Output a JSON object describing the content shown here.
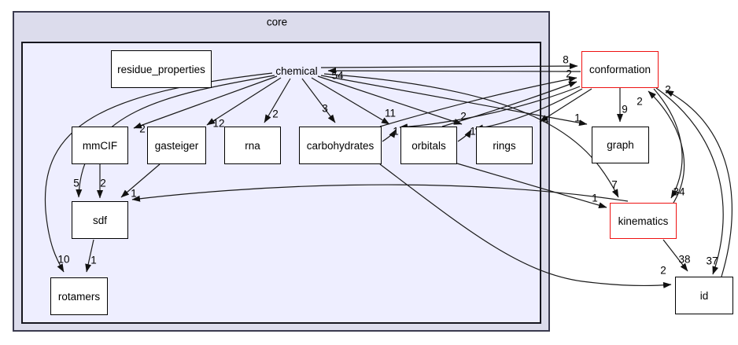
{
  "diagram": {
    "type": "directory-dependency-graph",
    "outer_cluster": {
      "label": "core"
    },
    "focus_directory": "chemical",
    "colors": {
      "outer_cluster_fill": "#dcdcec",
      "inner_cluster_fill": "#eeeeff",
      "node_fill": "#ffffff",
      "node_border": "#000000",
      "highlight_border": "#ee1111",
      "edge": "#1a1a1a"
    },
    "nodes": [
      {
        "id": "chemical",
        "label": "chemical",
        "style": "focus"
      },
      {
        "id": "residue_properties",
        "label": "residue_properties",
        "style": "normal"
      },
      {
        "id": "mmCIF",
        "label": "mmCIF",
        "style": "normal"
      },
      {
        "id": "gasteiger",
        "label": "gasteiger",
        "style": "normal"
      },
      {
        "id": "rna",
        "label": "rna",
        "style": "normal"
      },
      {
        "id": "carbohydrates",
        "label": "carbohydrates",
        "style": "normal"
      },
      {
        "id": "orbitals",
        "label": "orbitals",
        "style": "normal"
      },
      {
        "id": "rings",
        "label": "rings",
        "style": "normal"
      },
      {
        "id": "sdf",
        "label": "sdf",
        "style": "normal"
      },
      {
        "id": "rotamers",
        "label": "rotamers",
        "style": "normal"
      },
      {
        "id": "conformation",
        "label": "conformation",
        "style": "red"
      },
      {
        "id": "graph",
        "label": "graph",
        "style": "normal"
      },
      {
        "id": "kinematics",
        "label": "kinematics",
        "style": "red"
      },
      {
        "id": "id",
        "label": "id",
        "style": "normal"
      }
    ],
    "edges": [
      {
        "from": "chemical",
        "to": "mmCIF",
        "count": 2
      },
      {
        "from": "chemical",
        "to": "gasteiger",
        "count": 12
      },
      {
        "from": "chemical",
        "to": "rna",
        "count": 2
      },
      {
        "from": "chemical",
        "to": "carbohydrates",
        "count": 3
      },
      {
        "from": "chemical",
        "to": "orbitals",
        "count": 11
      },
      {
        "from": "carbohydrates",
        "to": "orbitals",
        "count": 1
      },
      {
        "from": "chemical",
        "to": "rings",
        "count": 2
      },
      {
        "from": "orbitals",
        "to": "rings",
        "count": 1
      },
      {
        "from": "conformation",
        "to": "rings",
        "count": 4
      },
      {
        "from": "chemical",
        "to": "conformation",
        "count": 8
      },
      {
        "from": "carbohydrates",
        "to": "conformation",
        "count": 2
      },
      {
        "from": "conformation",
        "to": "chemical",
        "count": 54
      },
      {
        "from": "conformation",
        "to": "graph",
        "count": 9
      },
      {
        "from": "chemical",
        "to": "graph",
        "count": 1
      },
      {
        "from": "kinematics",
        "to": "conformation",
        "count": 2
      },
      {
        "from": "id",
        "to": "conformation",
        "count": 2
      },
      {
        "from": "chemical",
        "to": "kinematics",
        "count": 7
      },
      {
        "from": "conformation",
        "to": "kinematics",
        "count": 34
      },
      {
        "from": "orbitals",
        "to": "kinematics",
        "count": 1
      },
      {
        "from": "chemical",
        "to": "sdf",
        "count": 5
      },
      {
        "from": "mmCIF",
        "to": "sdf",
        "count": 2
      },
      {
        "from": "gasteiger",
        "to": "sdf",
        "count": 1
      },
      {
        "from": "chemical",
        "to": "rotamers",
        "count": 10
      },
      {
        "from": "sdf",
        "to": "rotamers",
        "count": 1
      },
      {
        "from": "kinematics",
        "to": "id",
        "count": 38
      },
      {
        "from": "conformation",
        "to": "id",
        "count": 37
      },
      {
        "from": "carbohydrates",
        "to": "id",
        "count": 2
      }
    ]
  }
}
